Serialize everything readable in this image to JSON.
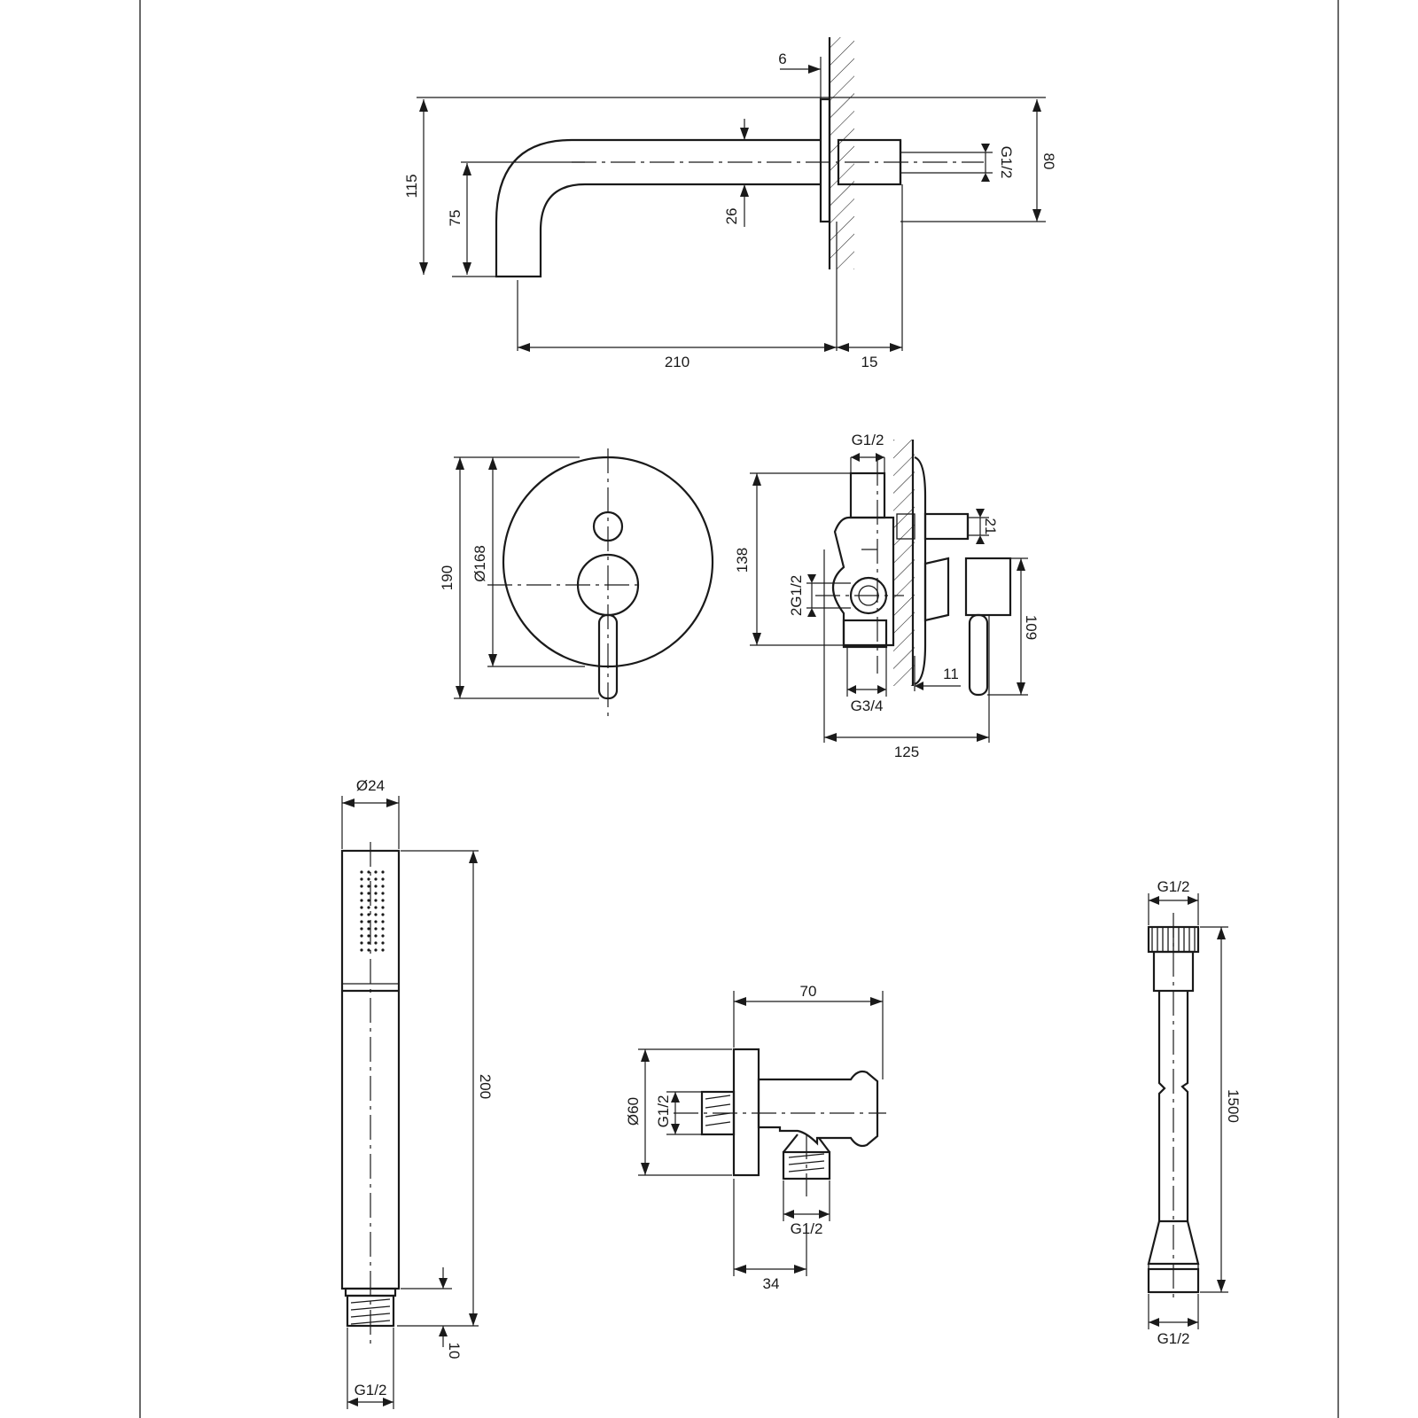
{
  "spout": {
    "wall_offset": "6",
    "height_total": "115",
    "outlet_height": "75",
    "pipe_diameter": "26",
    "thread": "G1/2",
    "flange_height": "80",
    "projection": "210",
    "wall_depth": "15"
  },
  "mixer_front": {
    "plate_height": "190",
    "plate_diameter": "Ø168"
  },
  "mixer_side": {
    "top_thread": "G1/2",
    "body_height": "138",
    "inlet_outlet_thread": "2G1/2",
    "pin_size": "21",
    "lever_height": "109",
    "plate_offset": "11",
    "bottom_thread": "G3/4",
    "total_depth": "125"
  },
  "hand_shower": {
    "diameter": "Ø24",
    "length": "200",
    "thread_length": "10",
    "thread": "G1/2"
  },
  "wall_outlet": {
    "length": "70",
    "plate_diameter": "Ø60",
    "inlet_thread": "G1/2",
    "outlet_thread": "G1/2",
    "outlet_offset": "34"
  },
  "hose": {
    "top_thread": "G1/2",
    "length": "1500",
    "bottom_thread": "G1/2"
  }
}
